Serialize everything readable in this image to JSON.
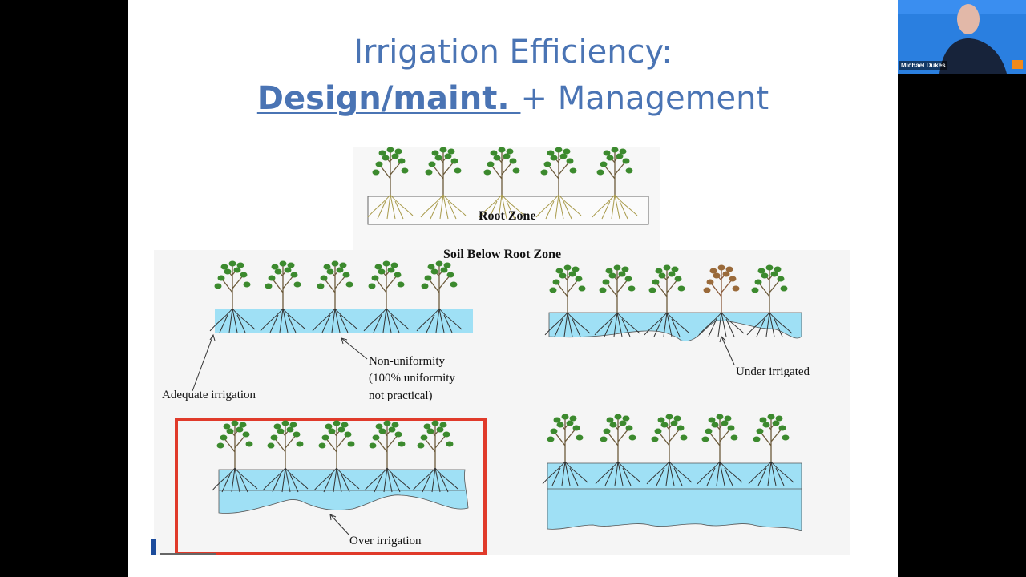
{
  "slide": {
    "title_line1": "Irrigation Efficiency:",
    "title_line2_underlined": "Design/maint. ",
    "title_line2_rest": "+ Management"
  },
  "diagram": {
    "root_zone": "Root Zone",
    "soil_below": "Soil Below Root Zone",
    "adequate": "Adequate irrigation",
    "nonuniformity": [
      "Non-uniformity",
      "(100% uniformity",
      "not practical)"
    ],
    "under": "Under irrigated",
    "over": "Over irrigation"
  },
  "video": {
    "participant_name": "Michael Dukes"
  },
  "colors": {
    "title": "#4a74b4",
    "water": "#9fe0f5",
    "highlight": "#e03a2a",
    "plant": "#3c8a2e"
  }
}
